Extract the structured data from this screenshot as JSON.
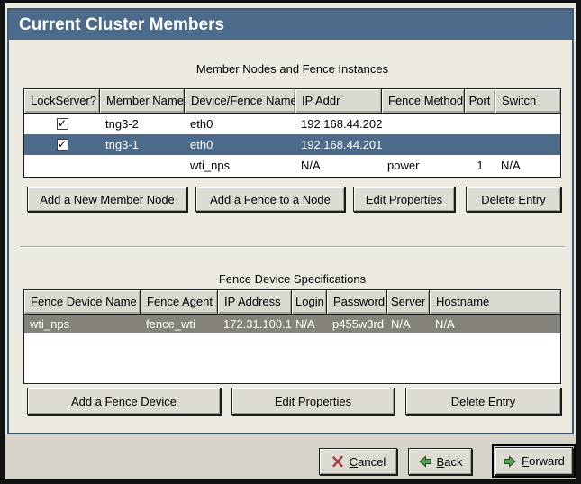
{
  "window": {
    "title": "Current Cluster Members"
  },
  "colors": {
    "titlebar_blue": "#4c6b8a",
    "frame_border_blue": "#3c5a78",
    "selection_active": "#4c6b8a",
    "selection_inactive": "#84827a",
    "window_background": "#ece9e1",
    "button_background": "#dedbd3",
    "action_strip_background": "#d6d3cb"
  },
  "icons": {
    "checkmark": "✓"
  },
  "members_section": {
    "label": "Member Nodes and Fence Instances",
    "columns": [
      "LockServer?",
      "Member Name",
      "Device/Fence Name",
      "IP Addr",
      "Fence Method",
      "Port",
      "Switch"
    ],
    "rows": [
      {
        "lockserver": true,
        "member_name": "tng3-2",
        "device_fence_name": "eth0",
        "ip_addr": "192.168.44.202",
        "fence_method": "",
        "port": "",
        "switch": "",
        "selected": false
      },
      {
        "lockserver": true,
        "member_name": "tng3-1",
        "device_fence_name": "eth0",
        "ip_addr": "192.168.44.201",
        "fence_method": "",
        "port": "",
        "switch": "",
        "selected": true
      },
      {
        "lockserver": false,
        "member_name": "",
        "device_fence_name": "wti_nps",
        "ip_addr": "N/A",
        "fence_method": "power",
        "port": "1",
        "switch": "N/A",
        "selected": false
      }
    ],
    "buttons": [
      "Add a New Member Node",
      "Add a Fence to a Node",
      "Edit Properties",
      "Delete Entry"
    ]
  },
  "fence_section": {
    "label": "Fence Device Specifications",
    "columns": [
      "Fence Device Name",
      "Fence Agent",
      "IP Address",
      "Login",
      "Password",
      "Server",
      "Hostname"
    ],
    "rows": [
      {
        "fence_device_name": "wti_nps",
        "fence_agent": "fence_wti",
        "ip_address": "172.31.100.1",
        "login": "N/A",
        "password": "p455w3rd",
        "server": "N/A",
        "hostname": "N/A",
        "selected": true
      }
    ],
    "buttons": [
      "Add a Fence Device",
      "Edit Properties",
      "Delete Entry"
    ]
  },
  "nav": {
    "cancel_label": "Cancel",
    "back_label": "Back",
    "forward_label": "Forward"
  }
}
